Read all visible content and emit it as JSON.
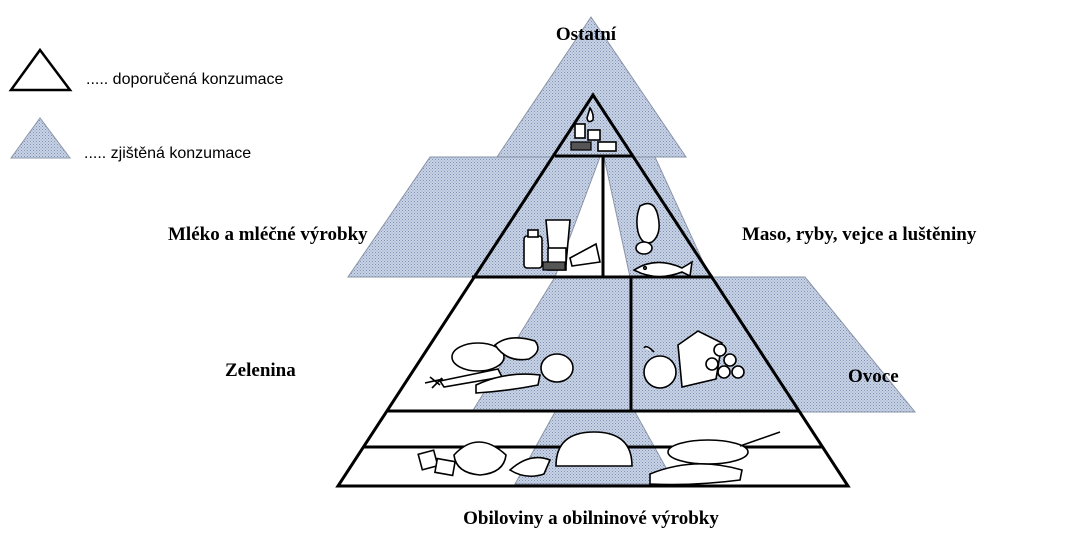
{
  "legend": {
    "recommended_text": "..... doporučená konzumace",
    "found_text": "..... zjištěná konzumace"
  },
  "levels": {
    "top": "Ostatní",
    "dairy": "Mléko a mléčné výrobky",
    "meat": "Maso, ryby, vejce a luštěniny",
    "vegetables": "Zelenina",
    "fruit": "Ovoce",
    "grains": "Obiloviny a obilninové výrobky"
  },
  "colors": {
    "shade_base": "#c9d3e6",
    "shade_dot": "#7f90b3",
    "outline": "#000000"
  },
  "icons": [
    "sweets-icon",
    "dairy-products-icon",
    "meat-fish-icon",
    "vegetables-icon",
    "fruit-icon",
    "bread-cereals-icon"
  ]
}
